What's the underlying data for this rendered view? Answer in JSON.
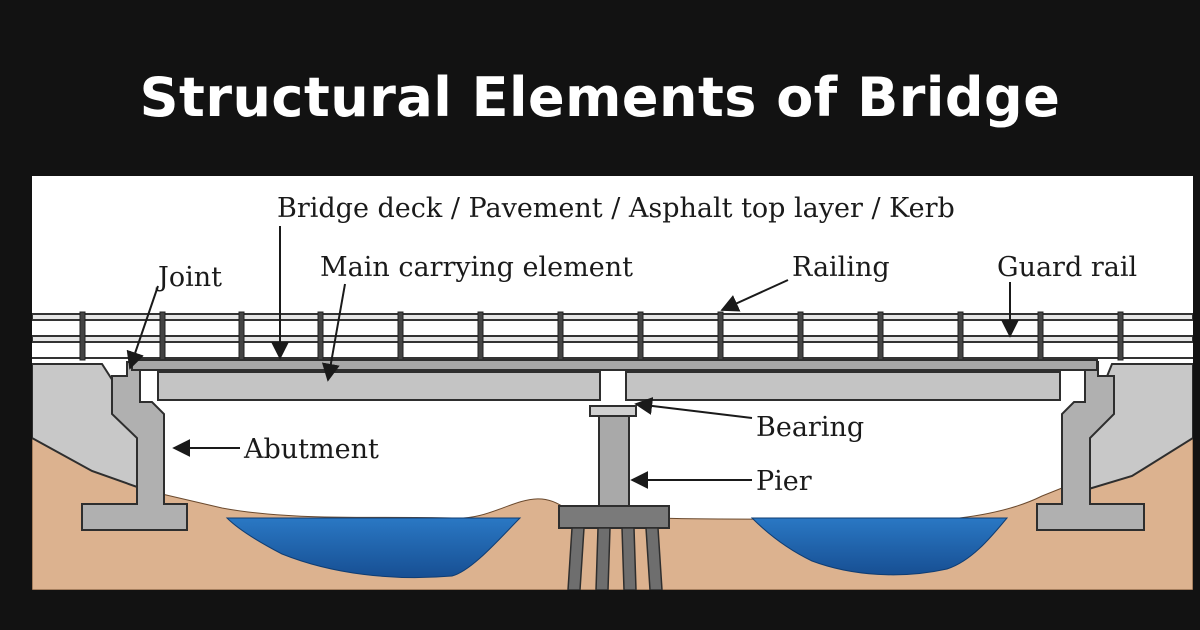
{
  "title": "Structural Elements of Bridge",
  "labels": {
    "deck": "Bridge deck / Pavement / Asphalt top layer / Kerb",
    "joint": "Joint",
    "main_element": "Main carrying element",
    "railing": "Railing",
    "guard_rail": "Guard rail",
    "bearing": "Bearing",
    "abutment": "Abutment",
    "pier": "Pier"
  },
  "colors": {
    "background": "#121212",
    "soil": "#dcb28f",
    "water": "#1f67b2",
    "concrete": "#b9b9b9",
    "deck": "#c4c4c4",
    "outline": "#2e2e2e"
  }
}
